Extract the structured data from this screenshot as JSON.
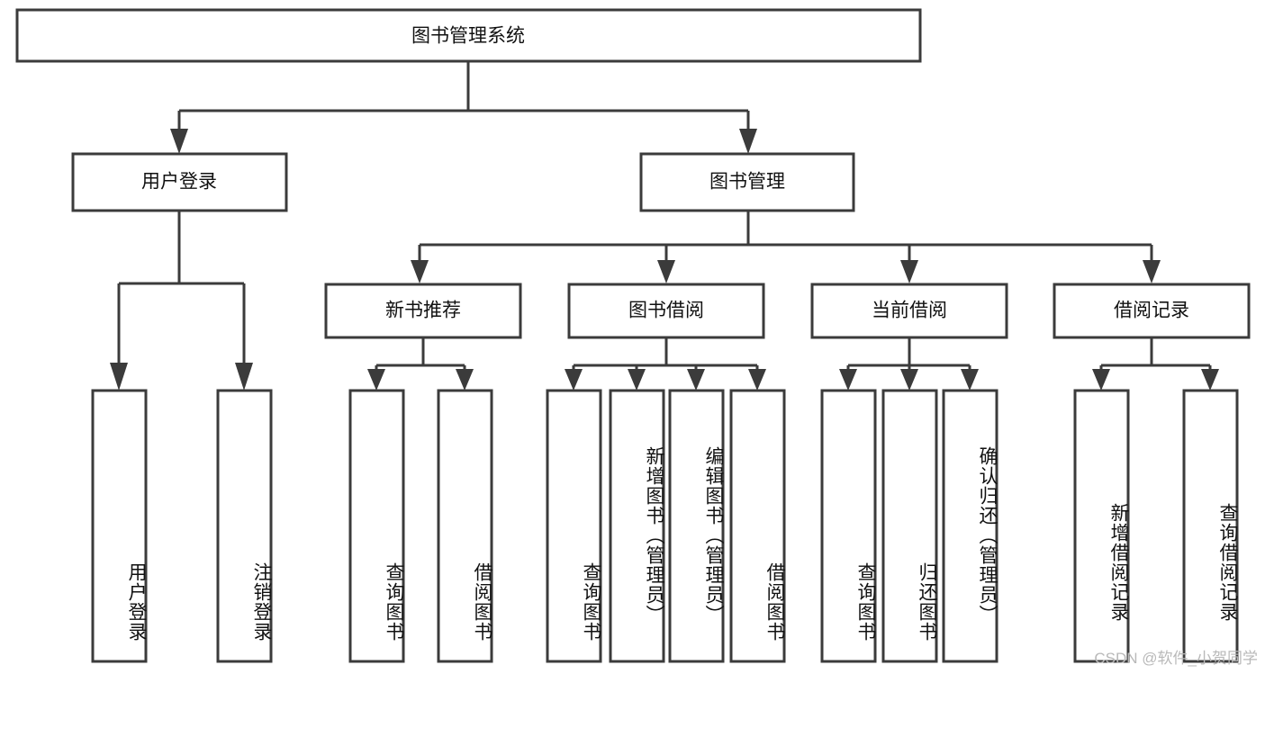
{
  "diagram": {
    "type": "tree-hierarchy",
    "title_node": {
      "label": "图书管理系统"
    },
    "level2": [
      {
        "label": "用户登录"
      },
      {
        "label": "图书管理"
      }
    ],
    "level3": [
      {
        "label": "新书推荐"
      },
      {
        "label": "图书借阅"
      },
      {
        "label": "当前借阅"
      },
      {
        "label": "借阅记录"
      }
    ],
    "leaves": {
      "user_login": [
        {
          "label": "用户登录"
        },
        {
          "label": "注销登录"
        }
      ],
      "new_book_recommend": [
        {
          "label": "查询图书"
        },
        {
          "label": "借阅图书"
        }
      ],
      "book_borrow": [
        {
          "label": "查询图书"
        },
        {
          "label": "新增图书（管理员）"
        },
        {
          "label": "编辑图书（管理员）"
        },
        {
          "label": "借阅图书"
        }
      ],
      "current_borrow": [
        {
          "label": "查询图书"
        },
        {
          "label": "归还图书"
        },
        {
          "label": "确认归还（管理员）"
        }
      ],
      "borrow_record": [
        {
          "label": "新增借阅记录"
        },
        {
          "label": "查询借阅记录"
        }
      ]
    }
  },
  "watermark": {
    "text": "CSDN @软件_小贺同学"
  },
  "colors": {
    "stroke": "#3b3b3b",
    "fill": "#ffffff",
    "text": "#111111",
    "watermark": "#b9b9b9"
  }
}
